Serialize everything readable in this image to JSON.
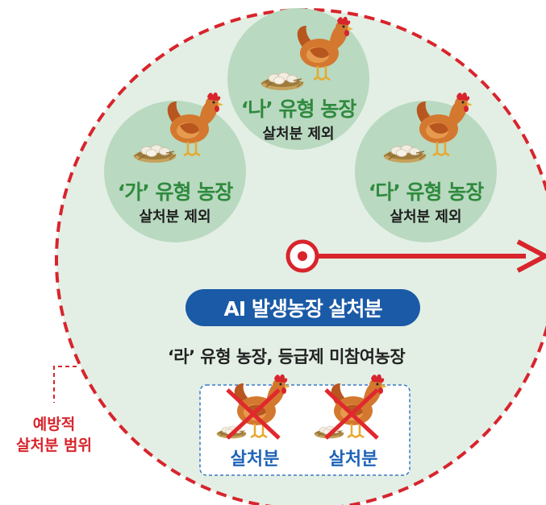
{
  "farms": {
    "ga": {
      "title": "‘가’ 유형 농장",
      "subtitle": "살처분 제외"
    },
    "na": {
      "title": "‘나’ 유형 농장",
      "subtitle": "살처분 제외"
    },
    "da": {
      "title": "‘다’ 유형 농장",
      "subtitle": "살처분 제외"
    }
  },
  "ai_banner": "AI 발생농장 살처분",
  "ra_text": "‘라’ 유형 농장, 등급제 미참여농장",
  "cull_labels": [
    "살처분",
    "살처분"
  ],
  "scope_label": {
    "line1": "예방적",
    "line2": "살처분 범위"
  },
  "colors": {
    "circle_fill": "#e3efe5",
    "circle_border": "#d8242c",
    "farm_bubble": "#b9d9c0",
    "farm_title": "#2f8a3e",
    "banner": "#1a5aa6",
    "arrow": "#d8242c",
    "cull_label": "#1e63b8",
    "dashed_box": "#3a78c6"
  },
  "icons": [
    "chicken-icon",
    "egg-nest-icon",
    "target-icon",
    "cross-mark-icon"
  ]
}
